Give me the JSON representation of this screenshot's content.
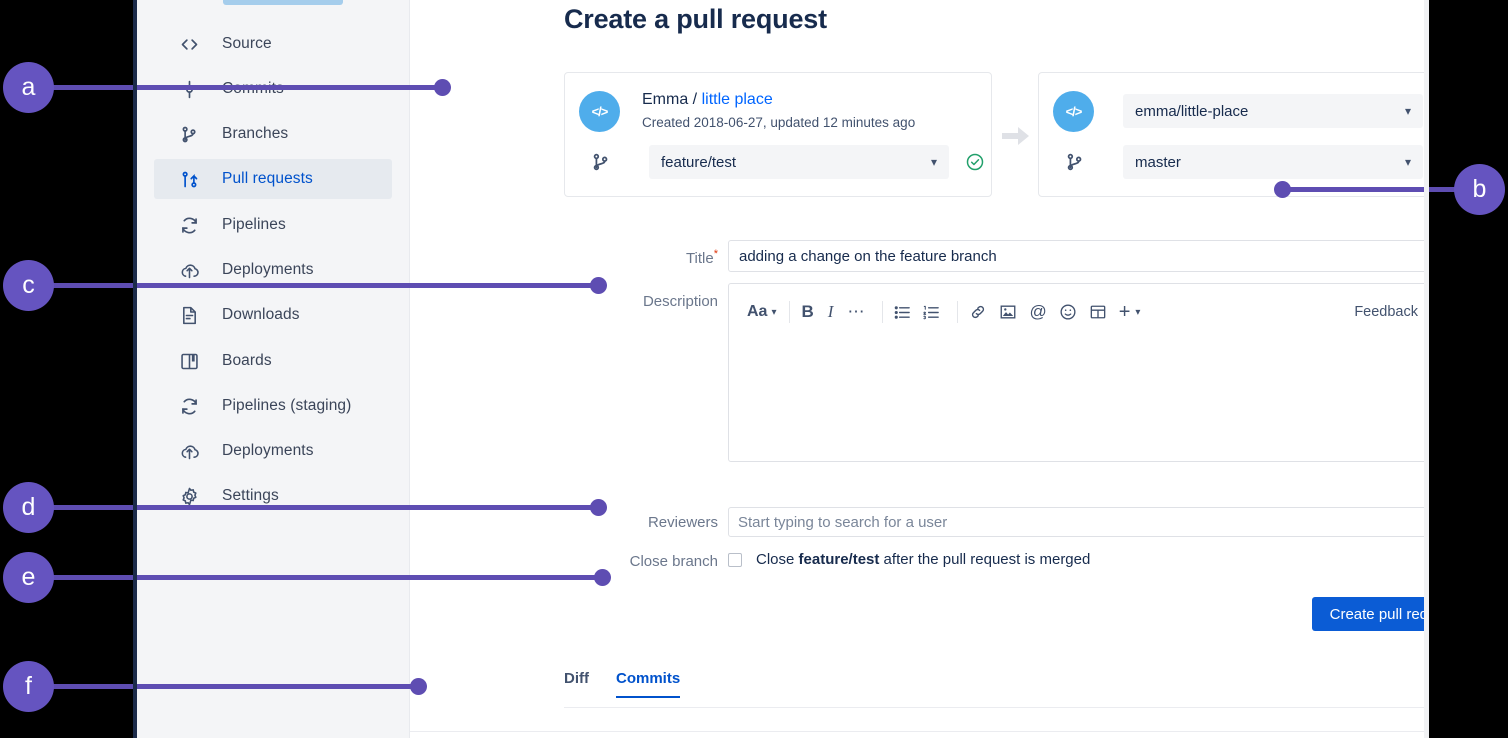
{
  "page": {
    "title": "Create a pull request"
  },
  "sidebar": {
    "items": [
      {
        "label": "Source",
        "icon": "code-icon",
        "active": false
      },
      {
        "label": "Commits",
        "icon": "commit-icon",
        "active": false
      },
      {
        "label": "Branches",
        "icon": "branch-icon",
        "active": false
      },
      {
        "label": "Pull requests",
        "icon": "pull-request-icon",
        "active": true
      },
      {
        "label": "Pipelines",
        "icon": "pipelines-icon",
        "active": false
      },
      {
        "label": "Deployments",
        "icon": "deployments-icon",
        "active": false
      },
      {
        "label": "Downloads",
        "icon": "downloads-icon",
        "active": false
      },
      {
        "label": "Boards",
        "icon": "boards-icon",
        "active": false
      },
      {
        "label": "Pipelines (staging)",
        "icon": "pipelines-icon",
        "active": false
      },
      {
        "label": "Deployments",
        "icon": "deployments-icon",
        "active": false
      },
      {
        "label": "Settings",
        "icon": "gear-icon",
        "active": false
      }
    ]
  },
  "source_card": {
    "owner": "Emma",
    "separator": " / ",
    "repo_link": "little place",
    "meta": "Created 2018-06-27, updated 12 minutes ago",
    "branch_value": "feature/test",
    "avatar_glyph": "</>",
    "status": "valid"
  },
  "destination_card": {
    "repo_value": "emma/little-place",
    "branch_value": "master",
    "avatar_glyph": "</>",
    "status": "valid"
  },
  "form": {
    "title_label": "Title",
    "title_required_mark": "*",
    "title_value": "adding a change on the feature branch",
    "description_label": "Description",
    "reviewers_label": "Reviewers",
    "reviewers_placeholder": "Start typing to search for a user",
    "close_branch_label": "Close branch",
    "close_branch_prefix": "Close ",
    "close_branch_branch": "feature/test",
    "close_branch_suffix": " after the pull request is merged",
    "close_branch_checked": false,
    "submit_label": "Create pull request"
  },
  "editor_toolbar": {
    "font_label": "Aa",
    "feedback_label": "Feedback",
    "help_label": "?",
    "buttons": [
      "text-style-icon",
      "bold-icon",
      "italic-icon",
      "more-formatting-icon",
      "bulleted-list-icon",
      "numbered-list-icon",
      "link-icon",
      "image-icon",
      "mention-icon",
      "emoji-icon",
      "table-icon",
      "insert-more-icon"
    ]
  },
  "tabs": [
    {
      "label": "Diff",
      "active": false
    },
    {
      "label": "Commits",
      "active": true
    }
  ],
  "callouts": [
    {
      "letter": "a"
    },
    {
      "letter": "b"
    },
    {
      "letter": "c"
    },
    {
      "letter": "d"
    },
    {
      "letter": "e"
    },
    {
      "letter": "f"
    }
  ],
  "colors": {
    "accent_blue": "#0052cc",
    "button_blue": "#0b5cd5",
    "callout_purple": "#6554c0",
    "callout_line": "#5e4db2",
    "avatar_blue": "#4fadeb",
    "valid_green": "#22a06b",
    "text_dark": "#172b4d",
    "text_muted": "#6b778c",
    "sidebar_bg": "#f4f5f7"
  }
}
